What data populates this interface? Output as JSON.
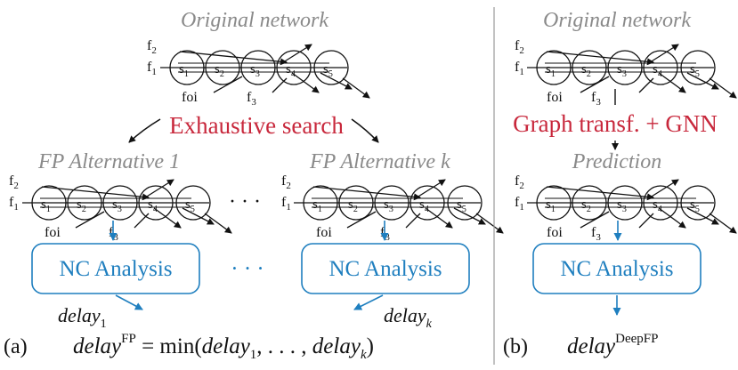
{
  "colors": {
    "accent_blue": "#1f7fbf",
    "accent_red": "#c8283c",
    "muted_gray": "#8a8a8a",
    "ink": "#111111"
  },
  "left": {
    "title": "Original network",
    "search_label": "Exhaustive search",
    "alt1_title": "FP Alternative 1",
    "altk_title_prefix": "FP Alternative ",
    "altk_title_sub": "k",
    "ellipsis_mid": "· · ·",
    "ellipsis_box": "· · ·",
    "nc1_label": "NC Analysis",
    "nck_label": "NC Analysis",
    "delay1_base": "delay",
    "delay1_sub": "1",
    "delayk_base": "delay",
    "delayk_sub": "k",
    "panel_letter": "(a)",
    "formula": {
      "lhs": "delay",
      "lhs_sup": "FP",
      "eq": " = min(",
      "arg1": "delay",
      "arg1_sub": "1",
      "mid": ", . . . , ",
      "arg2": "delay",
      "arg2_sub": "k",
      "close": ")"
    }
  },
  "right": {
    "title": "Original network",
    "transform_label": "Graph transf. + GNN",
    "prediction_title": "Prediction",
    "nc_label": "NC Analysis",
    "panel_letter": "(b)",
    "result_base": "delay",
    "result_sup": "DeepFP"
  },
  "network": {
    "servers": [
      "s",
      "s",
      "s",
      "s",
      "s"
    ],
    "server_subs": [
      "1",
      "2",
      "3",
      "4",
      "5"
    ],
    "flows": {
      "f1": "f",
      "f1_sub": "1",
      "f2": "f",
      "f2_sub": "2",
      "f3": "f",
      "f3_sub": "3",
      "foi": "foi"
    }
  }
}
